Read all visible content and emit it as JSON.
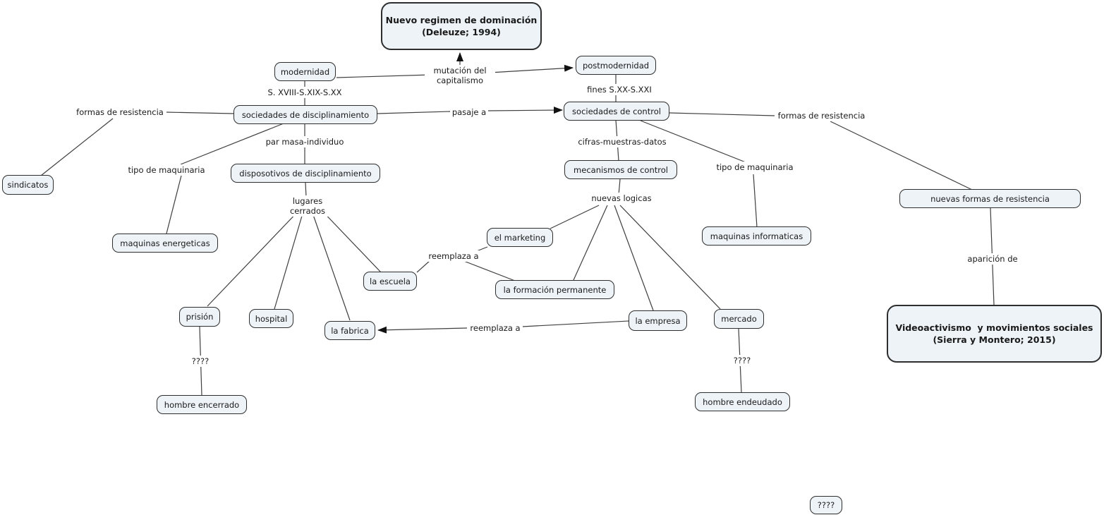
{
  "colors": {
    "node_fill": "#edf3f7",
    "node_border": "#2e2e2e",
    "line": "#3f3f3f",
    "bg": "#ffffff"
  },
  "concepts": {
    "nuevo_regimen": "Nuevo regimen de dominación\n(Deleuze; 1994)",
    "modernidad": "modernidad",
    "postmodernidad": "postmodernidad",
    "sociedades_disciplinamiento": "sociedades de disciplinamiento",
    "sociedades_control": "sociedades de control",
    "dispositivos_disciplinamiento": "disposotivos de disciplinamiento",
    "mecanismos_control": "mecanismos de control",
    "sindicatos": "sindicatos",
    "maquinas_energeticas": "maquinas energeticas",
    "maquinas_informaticas": "maquinas informaticas",
    "nuevas_formas_resistencia": "nuevas formas de resistencia",
    "el_marketing": "el marketing",
    "la_escuela": "la escuela",
    "formacion_permanente": "la formación permanente",
    "prision": "prisión",
    "hospital": "hospital",
    "la_fabrica": "la fabrica",
    "la_empresa": "la empresa",
    "mercado": "mercado",
    "hombre_encerrado": "hombre encerrado",
    "hombre_endeudado": "hombre endeudado",
    "videoactivismo": "Videoactivismo  y movimientos sociales\n(Sierra y Montero; 2015)",
    "interrogantes_caja": "????"
  },
  "linking_phrases": {
    "mutacion_capitalismo": "mutación del\ncapitalismo",
    "siglos_modernidad": "S. XVIII-S.XIX-S.XX",
    "siglos_postmodernidad": "fines S.XX-S.XXI",
    "pasaje_a": "pasaje a",
    "formas_resistencia_izq": "formas de resistencia",
    "formas_resistencia_der": "formas de resistencia",
    "par_masa_individuo": "par masa-individuo",
    "cifras_muestras_datos": "cifras-muestras-datos",
    "tipo_maquinaria_izq": "tipo de maquinaria",
    "tipo_maquinaria_der": "tipo de maquinaria",
    "lugares_cerrados": "lugares cerrados",
    "nuevas_logicas": "nuevas logicas",
    "reemplaza_a_1": "reemplaza a",
    "reemplaza_a_2": "reemplaza a",
    "aparicion_de": "aparición de",
    "interrogantes_izq": "????",
    "interrogantes_der": "????"
  }
}
